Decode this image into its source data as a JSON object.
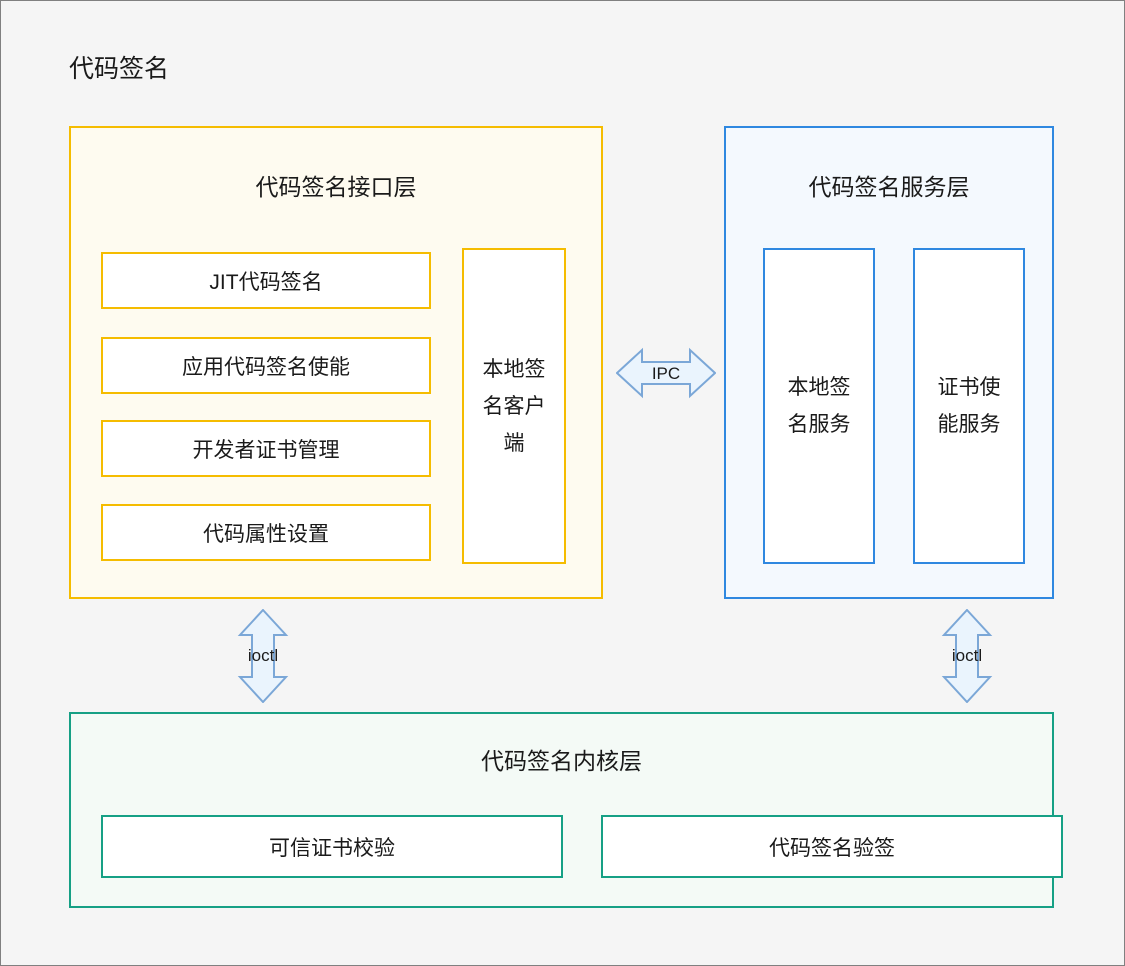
{
  "diagram": {
    "title": "代码签名",
    "background_color": "#f5f5f5",
    "border_color": "#808080"
  },
  "layers": {
    "interface": {
      "title": "代码签名接口层",
      "accent_color": "#f5bc00",
      "fill_color": "#fefbf0",
      "items": [
        {
          "label": "JIT代码签名"
        },
        {
          "label": "应用代码签名使能"
        },
        {
          "label": "开发者证书管理"
        },
        {
          "label": "代码属性设置"
        }
      ],
      "client": {
        "label": "本地签名客户端"
      }
    },
    "service": {
      "title": "代码签名服务层",
      "accent_color": "#2f88e0",
      "fill_color": "#f4f9fe",
      "items": [
        {
          "label": "本地签名服务"
        },
        {
          "label": "证书使能服务"
        }
      ]
    },
    "kernel": {
      "title": "代码签名内核层",
      "accent_color": "#16a085",
      "fill_color": "#f4faf6",
      "items": [
        {
          "label": "可信证书校验"
        },
        {
          "label": "代码签名验签"
        }
      ]
    }
  },
  "connectors": {
    "ipc": {
      "label": "IPC",
      "direction": "bidirectional-horizontal",
      "color": "#7ba7d7",
      "fill": "#eaf4fd"
    },
    "ioctl_left": {
      "label": "ioctl",
      "direction": "bidirectional-vertical",
      "color": "#7ba7d7",
      "fill": "#eaf4fd"
    },
    "ioctl_right": {
      "label": "ioctl",
      "direction": "bidirectional-vertical",
      "color": "#7ba7d7",
      "fill": "#eaf4fd"
    }
  }
}
